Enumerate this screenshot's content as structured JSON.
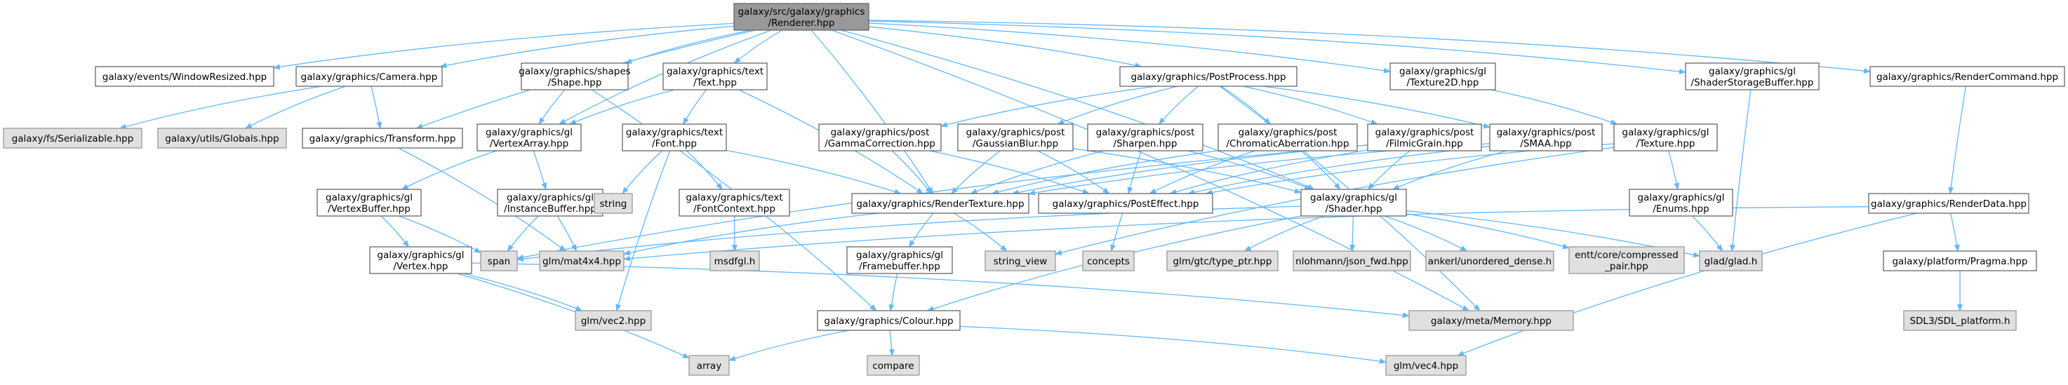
{
  "colors": {
    "edge": "#63b8ff",
    "root_fill": "#999999",
    "node_fill": "#ffffff",
    "external_fill": "#e0e0e0",
    "border": "#666666"
  },
  "nodes": [
    {
      "id": "renderer",
      "lines": [
        "galaxy/src/galaxy/graphics",
        "/Renderer.hpp"
      ],
      "kind": "root"
    },
    {
      "id": "windowresized",
      "lines": [
        "galaxy/events/WindowResized.hpp"
      ],
      "kind": "internal"
    },
    {
      "id": "camera",
      "lines": [
        "galaxy/graphics/Camera.hpp"
      ],
      "kind": "internal"
    },
    {
      "id": "shape",
      "lines": [
        "galaxy/graphics/shapes",
        "/Shape.hpp"
      ],
      "kind": "internal"
    },
    {
      "id": "text",
      "lines": [
        "galaxy/graphics/text",
        "/Text.hpp"
      ],
      "kind": "internal"
    },
    {
      "id": "postprocess",
      "lines": [
        "galaxy/graphics/PostProcess.hpp"
      ],
      "kind": "internal"
    },
    {
      "id": "texture2d",
      "lines": [
        "galaxy/graphics/gl",
        "/Texture2D.hpp"
      ],
      "kind": "internal"
    },
    {
      "id": "ssbo",
      "lines": [
        "galaxy/graphics/gl",
        "/ShaderStorageBuffer.hpp"
      ],
      "kind": "internal"
    },
    {
      "id": "rendercommand",
      "lines": [
        "galaxy/graphics/RenderCommand.hpp"
      ],
      "kind": "internal"
    },
    {
      "id": "serializable",
      "lines": [
        "galaxy/fs/Serializable.hpp"
      ],
      "kind": "external"
    },
    {
      "id": "globals",
      "lines": [
        "galaxy/utils/Globals.hpp"
      ],
      "kind": "external"
    },
    {
      "id": "transform",
      "lines": [
        "galaxy/graphics/Transform.hpp"
      ],
      "kind": "internal"
    },
    {
      "id": "vertexarray",
      "lines": [
        "galaxy/graphics/gl",
        "/VertexArray.hpp"
      ],
      "kind": "internal"
    },
    {
      "id": "font",
      "lines": [
        "galaxy/graphics/text",
        "/Font.hpp"
      ],
      "kind": "internal"
    },
    {
      "id": "gammacorrection",
      "lines": [
        "galaxy/graphics/post",
        "/GammaCorrection.hpp"
      ],
      "kind": "internal"
    },
    {
      "id": "gaussianblur",
      "lines": [
        "galaxy/graphics/post",
        "/GaussianBlur.hpp"
      ],
      "kind": "internal"
    },
    {
      "id": "sharpen",
      "lines": [
        "galaxy/graphics/post",
        "/Sharpen.hpp"
      ],
      "kind": "internal"
    },
    {
      "id": "chromatic",
      "lines": [
        "galaxy/graphics/post",
        "/ChromaticAberration.hpp"
      ],
      "kind": "internal"
    },
    {
      "id": "filmicgrain",
      "lines": [
        "galaxy/graphics/post",
        "/FilmicGrain.hpp"
      ],
      "kind": "internal"
    },
    {
      "id": "smaa",
      "lines": [
        "galaxy/graphics/post",
        "/SMAA.hpp"
      ],
      "kind": "internal"
    },
    {
      "id": "texture",
      "lines": [
        "galaxy/graphics/gl",
        "/Texture.hpp"
      ],
      "kind": "internal"
    },
    {
      "id": "vertexbuffer",
      "lines": [
        "galaxy/graphics/gl",
        "/VertexBuffer.hpp"
      ],
      "kind": "internal"
    },
    {
      "id": "instancebuffer",
      "lines": [
        "galaxy/graphics/gl",
        "/InstanceBuffer.hpp"
      ],
      "kind": "internal"
    },
    {
      "id": "string",
      "lines": [
        "string"
      ],
      "kind": "external"
    },
    {
      "id": "fontcontext",
      "lines": [
        "galaxy/graphics/text",
        "/FontContext.hpp"
      ],
      "kind": "internal"
    },
    {
      "id": "rendertexture",
      "lines": [
        "galaxy/graphics/RenderTexture.hpp"
      ],
      "kind": "internal"
    },
    {
      "id": "posteffect",
      "lines": [
        "galaxy/graphics/PostEffect.hpp"
      ],
      "kind": "internal"
    },
    {
      "id": "shader",
      "lines": [
        "galaxy/graphics/gl",
        "/Shader.hpp"
      ],
      "kind": "internal"
    },
    {
      "id": "enums",
      "lines": [
        "galaxy/graphics/gl",
        "/Enums.hpp"
      ],
      "kind": "internal"
    },
    {
      "id": "renderdata",
      "lines": [
        "galaxy/graphics/RenderData.hpp"
      ],
      "kind": "internal"
    },
    {
      "id": "vertex",
      "lines": [
        "galaxy/graphics/gl",
        "/Vertex.hpp"
      ],
      "kind": "internal"
    },
    {
      "id": "span",
      "lines": [
        "span"
      ],
      "kind": "external"
    },
    {
      "id": "mat4x4",
      "lines": [
        "glm/mat4x4.hpp"
      ],
      "kind": "external"
    },
    {
      "id": "msdfgl",
      "lines": [
        "msdfgl.h"
      ],
      "kind": "external"
    },
    {
      "id": "framebuffer",
      "lines": [
        "galaxy/graphics/gl",
        "/Framebuffer.hpp"
      ],
      "kind": "internal"
    },
    {
      "id": "stringview",
      "lines": [
        "string_view"
      ],
      "kind": "external"
    },
    {
      "id": "concepts",
      "lines": [
        "concepts"
      ],
      "kind": "external"
    },
    {
      "id": "typeptr",
      "lines": [
        "glm/gtc/type_ptr.hpp"
      ],
      "kind": "external"
    },
    {
      "id": "jsonfwd",
      "lines": [
        "nlohmann/json_fwd.hpp"
      ],
      "kind": "external"
    },
    {
      "id": "unordereddense",
      "lines": [
        "ankerl/unordered_dense.h"
      ],
      "kind": "external"
    },
    {
      "id": "compressedpair",
      "lines": [
        "entt/core/compressed",
        "_pair.hpp"
      ],
      "kind": "external"
    },
    {
      "id": "glad",
      "lines": [
        "glad/glad.h"
      ],
      "kind": "external"
    },
    {
      "id": "pragma",
      "lines": [
        "galaxy/platform/Pragma.hpp"
      ],
      "kind": "internal"
    },
    {
      "id": "vec2",
      "lines": [
        "glm/vec2.hpp"
      ],
      "kind": "external"
    },
    {
      "id": "colour",
      "lines": [
        "galaxy/graphics/Colour.hpp"
      ],
      "kind": "internal"
    },
    {
      "id": "memory",
      "lines": [
        "galaxy/meta/Memory.hpp"
      ],
      "kind": "external"
    },
    {
      "id": "sdlplatform",
      "lines": [
        "SDL3/SDL_platform.h"
      ],
      "kind": "external"
    },
    {
      "id": "array",
      "lines": [
        "array"
      ],
      "kind": "external"
    },
    {
      "id": "compare",
      "lines": [
        "compare"
      ],
      "kind": "external"
    },
    {
      "id": "vec4",
      "lines": [
        "glm/vec4.hpp"
      ],
      "kind": "external"
    }
  ],
  "edges": [
    [
      "renderer",
      "windowresized"
    ],
    [
      "renderer",
      "camera"
    ],
    [
      "renderer",
      "shape"
    ],
    [
      "renderer",
      "text"
    ],
    [
      "renderer",
      "postprocess"
    ],
    [
      "renderer",
      "texture2d"
    ],
    [
      "renderer",
      "ssbo"
    ],
    [
      "renderer",
      "rendercommand"
    ],
    [
      "renderer",
      "transform"
    ],
    [
      "renderer",
      "vertexarray"
    ],
    [
      "renderer",
      "rendertexture"
    ],
    [
      "renderer",
      "shader"
    ],
    [
      "renderer",
      "memory"
    ],
    [
      "camera",
      "serializable"
    ],
    [
      "camera",
      "globals"
    ],
    [
      "camera",
      "transform"
    ],
    [
      "shape",
      "vertexarray"
    ],
    [
      "shape",
      "colour"
    ],
    [
      "text",
      "vertexarray"
    ],
    [
      "text",
      "font"
    ],
    [
      "text",
      "rendertexture"
    ],
    [
      "postprocess",
      "gammacorrection"
    ],
    [
      "postprocess",
      "gaussianblur"
    ],
    [
      "postprocess",
      "sharpen"
    ],
    [
      "postprocess",
      "chromatic"
    ],
    [
      "postprocess",
      "filmicgrain"
    ],
    [
      "postprocess",
      "smaa"
    ],
    [
      "postprocess",
      "memory"
    ],
    [
      "texture2d",
      "texture"
    ],
    [
      "ssbo",
      "glad"
    ],
    [
      "rendercommand",
      "renderdata"
    ],
    [
      "transform",
      "mat4x4"
    ],
    [
      "vertexarray",
      "vertexbuffer"
    ],
    [
      "vertexarray",
      "instancebuffer"
    ],
    [
      "font",
      "string"
    ],
    [
      "font",
      "fontcontext"
    ],
    [
      "font",
      "rendertexture"
    ],
    [
      "font",
      "vec2"
    ],
    [
      "gammacorrection",
      "rendertexture"
    ],
    [
      "gammacorrection",
      "posteffect"
    ],
    [
      "gaussianblur",
      "rendertexture"
    ],
    [
      "gaussianblur",
      "posteffect"
    ],
    [
      "gaussianblur",
      "shader"
    ],
    [
      "sharpen",
      "rendertexture"
    ],
    [
      "sharpen",
      "posteffect"
    ],
    [
      "sharpen",
      "shader"
    ],
    [
      "chromatic",
      "rendertexture"
    ],
    [
      "chromatic",
      "posteffect"
    ],
    [
      "chromatic",
      "shader"
    ],
    [
      "filmicgrain",
      "rendertexture"
    ],
    [
      "filmicgrain",
      "posteffect"
    ],
    [
      "filmicgrain",
      "shader"
    ],
    [
      "filmicgrain",
      "span"
    ],
    [
      "smaa",
      "rendertexture"
    ],
    [
      "smaa",
      "posteffect"
    ],
    [
      "smaa",
      "shader"
    ],
    [
      "texture",
      "enums"
    ],
    [
      "texture",
      "stringview"
    ],
    [
      "texture",
      "posteffect"
    ],
    [
      "vertexbuffer",
      "vertex"
    ],
    [
      "vertexbuffer",
      "span"
    ],
    [
      "instancebuffer",
      "span"
    ],
    [
      "instancebuffer",
      "mat4x4"
    ],
    [
      "fontcontext",
      "msdfgl"
    ],
    [
      "rendertexture",
      "framebuffer"
    ],
    [
      "rendertexture",
      "stringview"
    ],
    [
      "rendertexture",
      "mat4x4"
    ],
    [
      "posteffect",
      "concepts"
    ],
    [
      "shader",
      "typeptr"
    ],
    [
      "shader",
      "jsonfwd"
    ],
    [
      "shader",
      "unordereddense"
    ],
    [
      "shader",
      "compressedpair"
    ],
    [
      "shader",
      "glad"
    ],
    [
      "shader",
      "colour"
    ],
    [
      "shader",
      "span"
    ],
    [
      "enums",
      "glad"
    ],
    [
      "renderdata",
      "pragma"
    ],
    [
      "renderdata",
      "vec4"
    ],
    [
      "renderdata",
      "mat4x4"
    ],
    [
      "vertex",
      "vec2"
    ],
    [
      "vertex",
      "array"
    ],
    [
      "vertex",
      "memory"
    ],
    [
      "framebuffer",
      "colour"
    ],
    [
      "colour",
      "array"
    ],
    [
      "colour",
      "compare"
    ],
    [
      "colour",
      "vec4"
    ],
    [
      "pragma",
      "sdlplatform"
    ]
  ]
}
